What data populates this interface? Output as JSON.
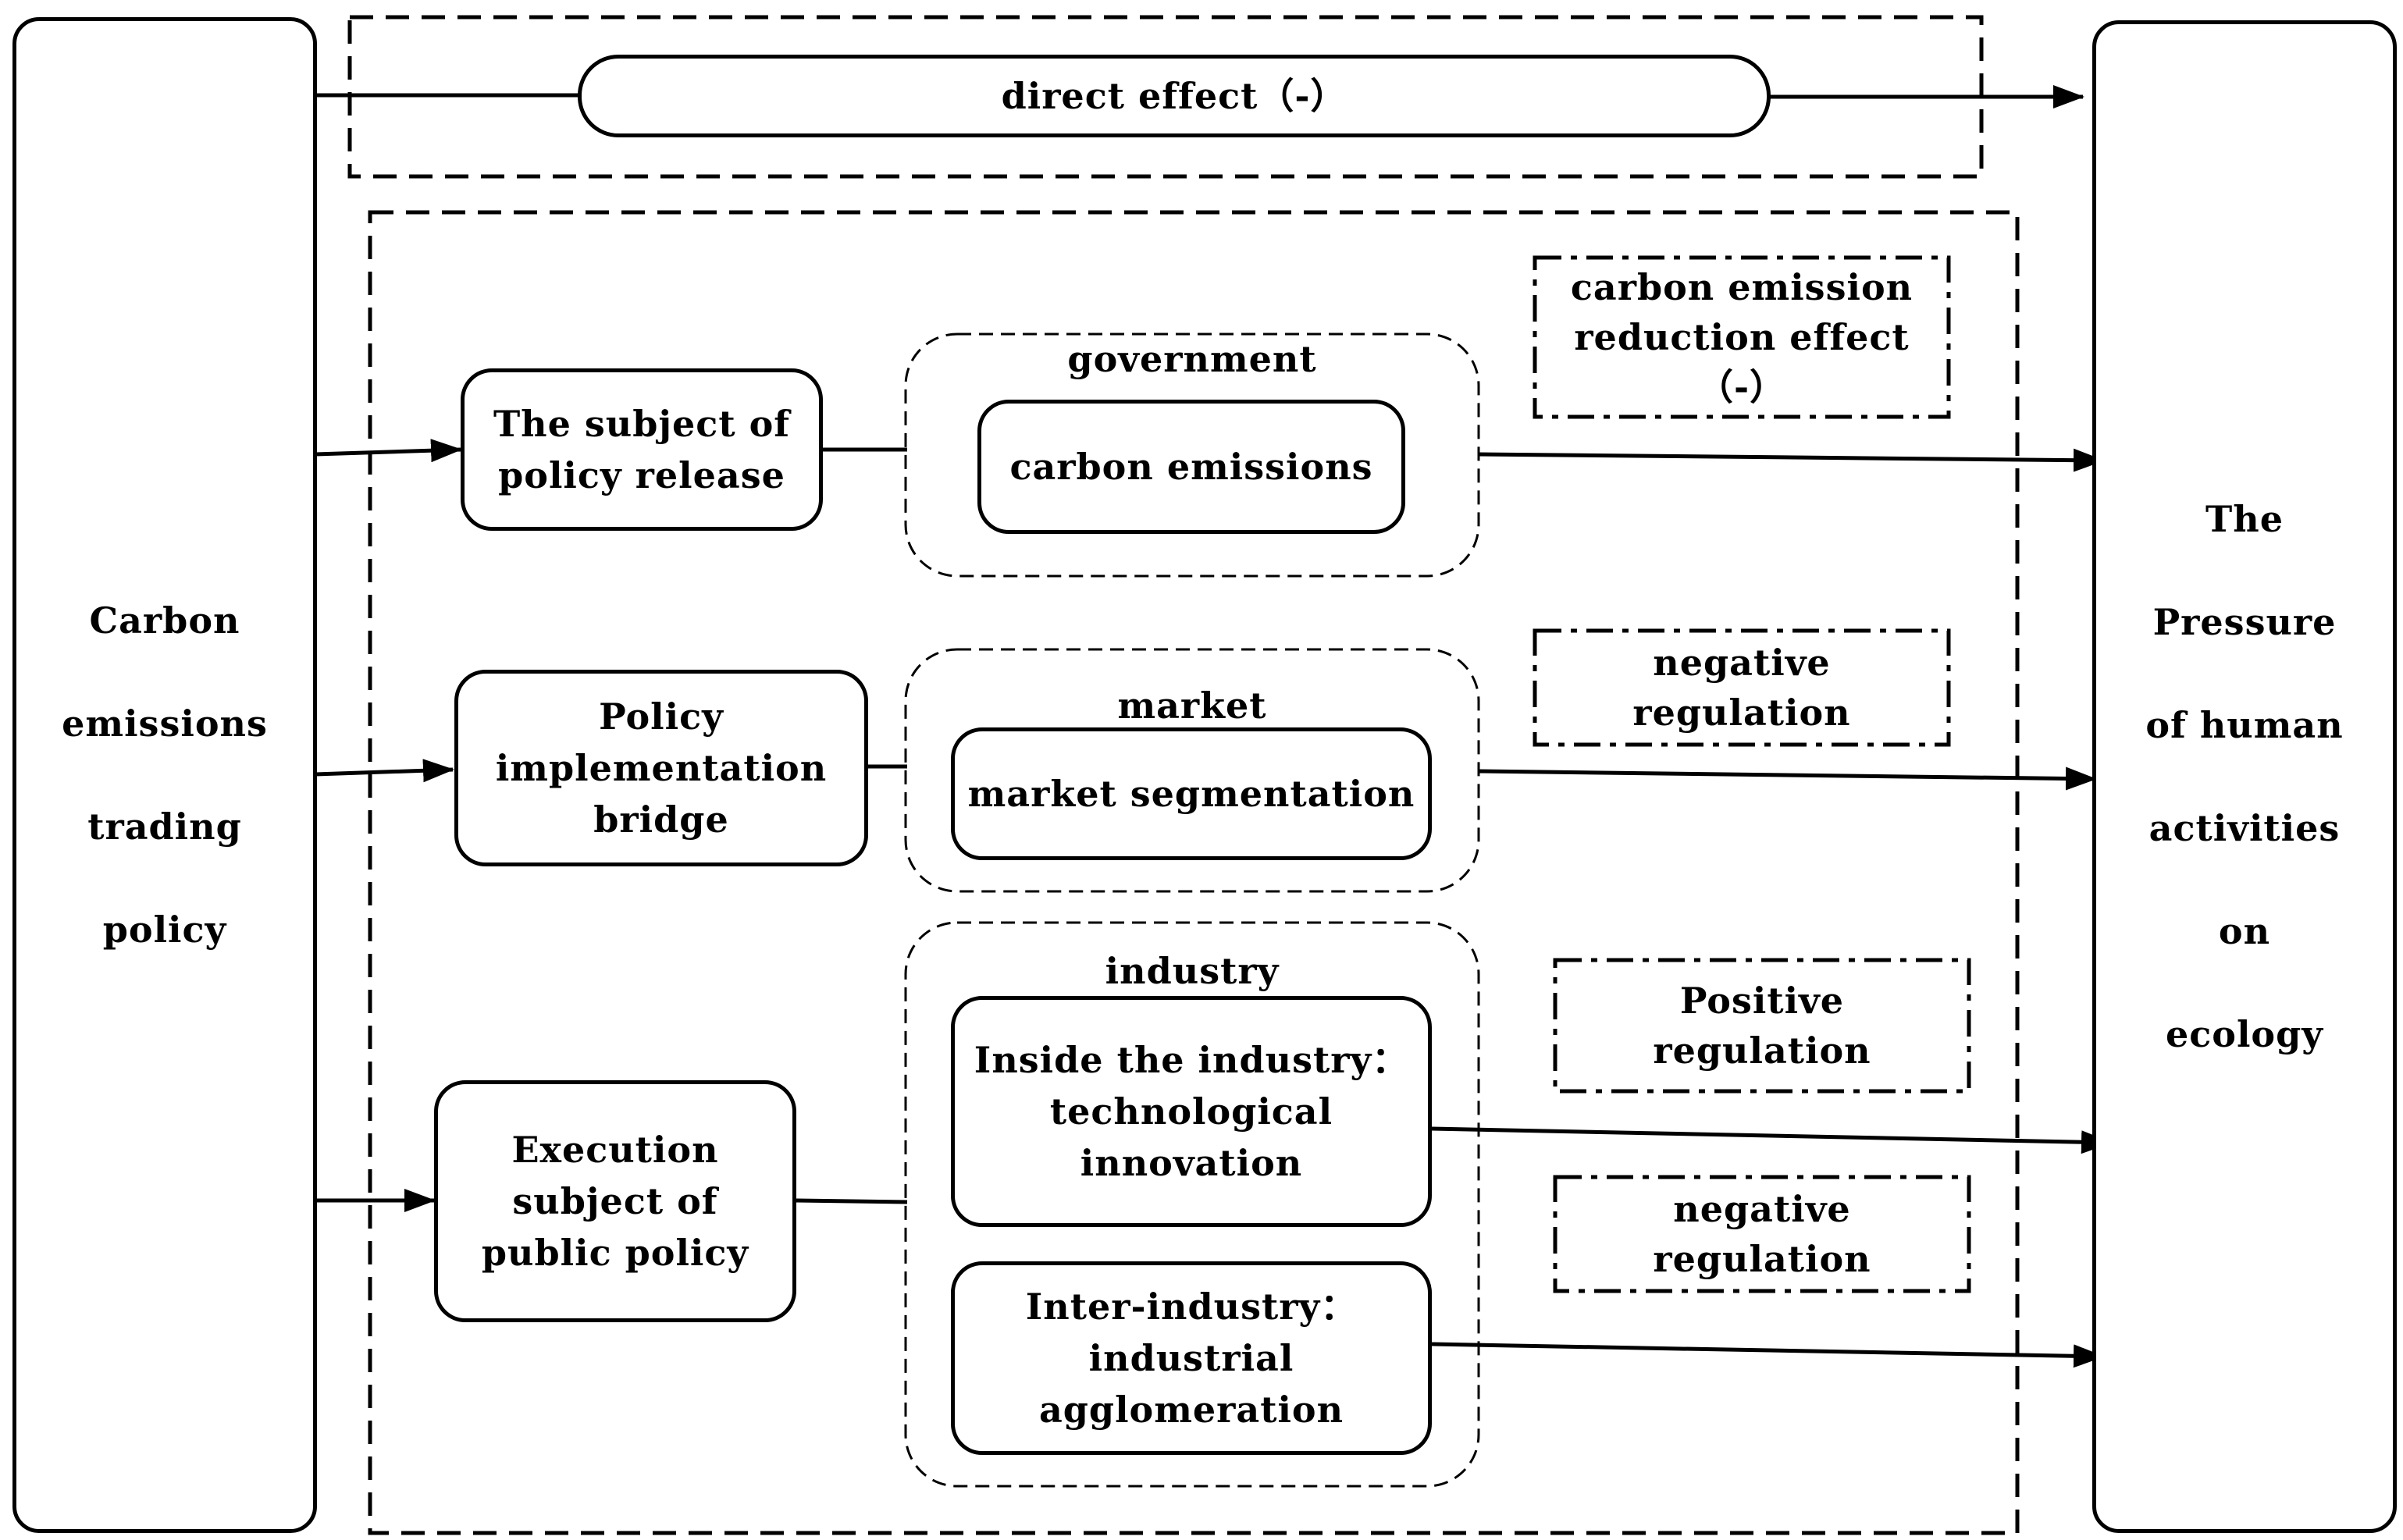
{
  "left_node": {
    "lines": [
      "Carbon",
      "emissions",
      "trading",
      "policy"
    ]
  },
  "right_node": {
    "lines": [
      "The",
      "Pressure",
      "of human",
      "activities",
      "on",
      "ecology"
    ]
  },
  "direct_effect": {
    "label": "direct effect（-）"
  },
  "channels": [
    {
      "subject_lines": [
        "The subject of",
        "policy release"
      ],
      "group_label": "government",
      "inner_boxes": [
        {
          "lines": [
            "carbon emissions"
          ]
        }
      ],
      "effect_lines": [
        "carbon emission",
        "reduction effect",
        "（-）"
      ]
    },
    {
      "subject_lines": [
        "Policy",
        "implementation",
        "bridge"
      ],
      "group_label": "market",
      "inner_boxes": [
        {
          "lines": [
            "market segmentation"
          ]
        }
      ],
      "effect_lines": [
        "negative",
        "regulation"
      ]
    },
    {
      "subject_lines": [
        "Execution",
        "subject of",
        "public policy"
      ],
      "group_label": "industry",
      "inner_boxes": [
        {
          "lines": [
            "Inside the industry：",
            "technological",
            "innovation"
          ]
        },
        {
          "lines": [
            "Inter-industry：",
            "industrial",
            "agglomeration"
          ]
        }
      ],
      "effect_lines": [
        "Positive",
        "regulation"
      ],
      "second_effect_lines": [
        "negative",
        "regulation"
      ]
    }
  ]
}
